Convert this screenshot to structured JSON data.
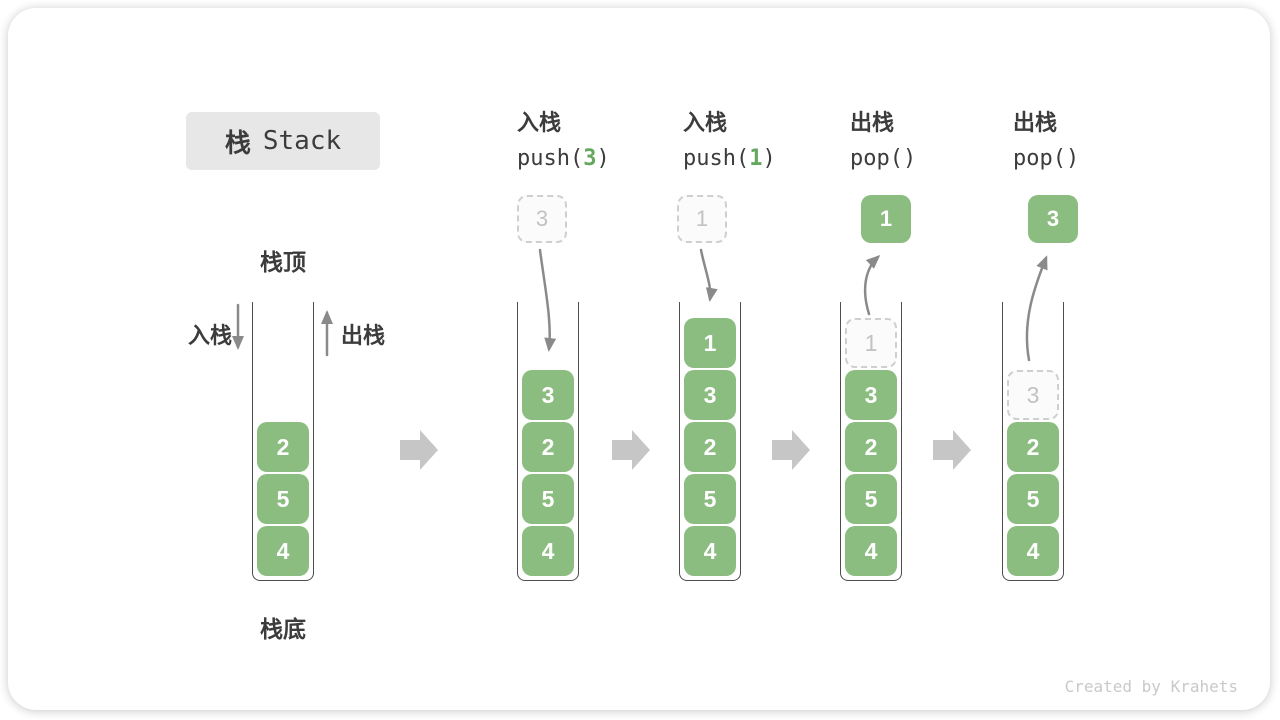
{
  "title": {
    "zh": "栈",
    "en": "Stack"
  },
  "labels": {
    "stack_top": "栈顶",
    "stack_bottom": "栈底",
    "push_side": "入栈",
    "pop_side": "出栈"
  },
  "columns": [
    {
      "op": "入栈",
      "code_pre": "push(",
      "code_arg": "3",
      "code_post": ")"
    },
    {
      "op": "入栈",
      "code_pre": "push(",
      "code_arg": "1",
      "code_post": ")"
    },
    {
      "op": "出栈",
      "code_pre": "pop(",
      "code_arg": "",
      "code_post": ")"
    },
    {
      "op": "出栈",
      "code_pre": "pop(",
      "code_arg": "",
      "code_post": ")"
    }
  ],
  "floating_boxes": [
    {
      "value": "3",
      "style": "ghost"
    },
    {
      "value": "1",
      "style": "ghost"
    },
    {
      "value": "1",
      "style": "solid"
    },
    {
      "value": "3",
      "style": "solid"
    }
  ],
  "stacks": [
    {
      "cells": [
        {
          "value": "2"
        },
        {
          "value": "5"
        },
        {
          "value": "4"
        }
      ]
    },
    {
      "cells": [
        {
          "value": "3"
        },
        {
          "value": "2"
        },
        {
          "value": "5"
        },
        {
          "value": "4"
        }
      ]
    },
    {
      "cells": [
        {
          "value": "1"
        },
        {
          "value": "3"
        },
        {
          "value": "2"
        },
        {
          "value": "5"
        },
        {
          "value": "4"
        }
      ]
    },
    {
      "cells": [
        {
          "value": "1",
          "ghost": true
        },
        {
          "value": "3"
        },
        {
          "value": "2"
        },
        {
          "value": "5"
        },
        {
          "value": "4"
        }
      ]
    },
    {
      "cells": [
        {
          "value": "3",
          "ghost": true
        },
        {
          "value": "2"
        },
        {
          "value": "5"
        },
        {
          "value": "4"
        }
      ]
    }
  ],
  "watermark": "Created by Krahets",
  "colors": {
    "green": "#8CBD80",
    "code-green": "#64A85E",
    "ghost-border": "#CFCFCF",
    "ghost-text": "#C2C2C2",
    "ghost-bg": "#FBFBFB",
    "dark-text": "#3C3C3C",
    "arrow-gray": "#8A8A8A",
    "block-arrow": "#C6C6C6",
    "badge-bg": "#E7E7E7",
    "watermark-gray": "#C9C9C9",
    "wall": "#4D4D4D"
  }
}
